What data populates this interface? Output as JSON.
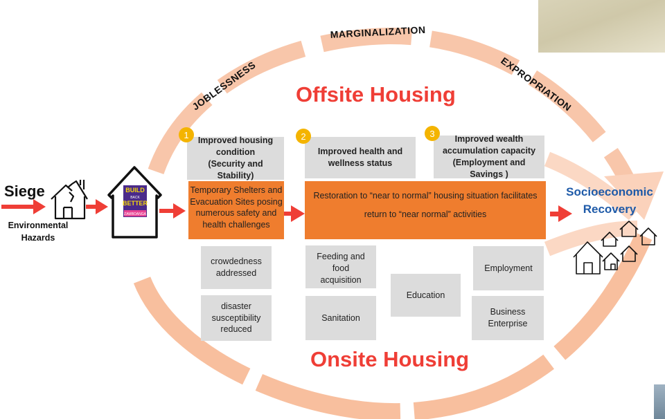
{
  "arc_labels": {
    "joblessness": "JOBLESSNESS",
    "marginalization": "MARGINALIZATION",
    "expropriation": "EXPROPRIATION"
  },
  "offsite_title": "Offsite Housing",
  "onsite_title": "Onsite Housing",
  "siege": "Siege",
  "environmental_hazards": [
    "Environmental",
    "Hazards"
  ],
  "logo_text": [
    "BUILD",
    "BACK",
    "BETTER",
    "ZAMBOANGA"
  ],
  "badges": [
    "1",
    "2",
    "3"
  ],
  "improvements": [
    [
      "Improved housing",
      "condition",
      "(Security and Stability)"
    ],
    [
      "Improved health and",
      "wellness status"
    ],
    [
      "Improved wealth",
      "accumulation capacity",
      "(Employment and Savings )"
    ]
  ],
  "shelter_text": [
    "Temporary Shelters and",
    "Evacuation Sites posing",
    "numerous safety and",
    "health challenges"
  ],
  "restoration_text": [
    "Restoration to “near to normal” housing situation facilitates",
    "return to “near normal” activities"
  ],
  "outcomes": {
    "crowdedness": [
      "crowdedness",
      "addressed"
    ],
    "disaster": [
      "disaster",
      "susceptibility",
      "reduced"
    ],
    "feeding": [
      "Feeding and food",
      "acquisition"
    ],
    "sanitation": [
      "Sanitation"
    ],
    "education": [
      "Education"
    ],
    "employment": [
      "Employment"
    ],
    "business": [
      "Business",
      "Enterprise"
    ]
  },
  "socioeconomic": [
    "Socioeconomic",
    "Recovery"
  ],
  "colors": {
    "offsite_title": "#ef3e36",
    "orange_box": "#ef7d2e",
    "gray_box": "#dcdcdc",
    "badge": "#f4b400",
    "arrow": "#ef3e36",
    "socioeconomic": "#1e5aa8",
    "arc": "#f8c4a8"
  }
}
